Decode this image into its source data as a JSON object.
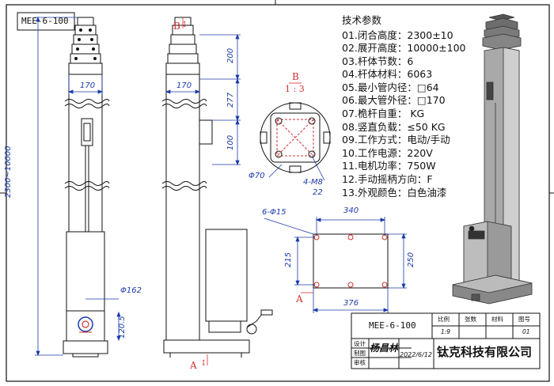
{
  "model_box": "MEE-6-100",
  "technical": {
    "title": "技术参数",
    "items": [
      "01.闭合高度：2300±10",
      "02.展开高度：10000±100",
      "03.杆体节数：6",
      "04.杆体材料：6063",
      "05.最小管内径：□64",
      "06.最大管外径：□170",
      "07.桅杆自重：      KG",
      "08.竖直负载：≤50 KG",
      "09.工作方式：电动/手动",
      "10.工作电源：220V",
      "11.电机功率：750W",
      "12.手动摇柄方向：F",
      "13.外观颜色：白色油漆"
    ]
  },
  "dimensions": {
    "front_width": "170",
    "side_width": "170",
    "height_range": "2300~10000",
    "side_top": "200",
    "side_mid": "277",
    "side_low": "100",
    "base_dia": "Φ162",
    "base_height": "120.5",
    "detail_dia": "Φ70",
    "detail_bolts": "4-M8",
    "detail_depth": "22",
    "plate_holes": "6-Φ15",
    "plate_inner_w": "340",
    "plate_outer_w": "376",
    "plate_inner_h": "215",
    "plate_outer_h": "250"
  },
  "section_labels": {
    "b_top": "B",
    "a_bottom": "A",
    "detail_b": "B",
    "detail_scale": "1 : 3",
    "plate_a": "A"
  },
  "title_block": {
    "model": "MEE-6-100",
    "headers": [
      "比例",
      "张数",
      "材料",
      "图号"
    ],
    "values": [
      "1:9",
      "",
      "",
      "01"
    ],
    "rows": [
      "设计",
      "制图",
      "审核"
    ],
    "designer_signature": "杨昌林",
    "date": "2022/6/12",
    "company": "钛克科技有限公司"
  },
  "colors": {
    "line": "#111111",
    "dimension": "#1a3aa8",
    "section_mark": "#d23030",
    "hidden": "#2050c0"
  }
}
